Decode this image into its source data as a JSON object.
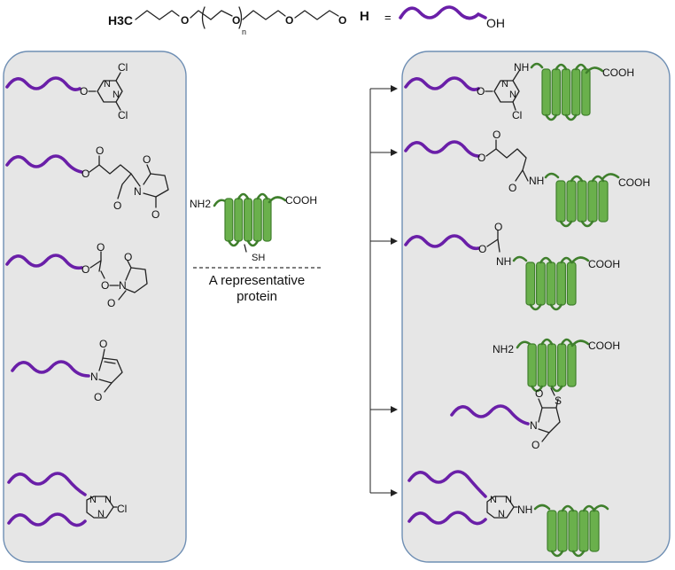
{
  "header": {
    "h3c": "H3C",
    "o_label": "O",
    "n_label": "n",
    "h_label": "H",
    "equals": "=",
    "oh": "OH"
  },
  "center": {
    "nh2": "NH2",
    "cooh": "COOH",
    "sh": "SH",
    "caption_line1": "A representative",
    "caption_line2": "protein"
  },
  "atoms": {
    "N": "N",
    "Cl": "Cl",
    "O": "O",
    "S": "S",
    "NH": "NH",
    "NH2": "NH2",
    "COOH": "COOH"
  },
  "colors": {
    "peg": "#6a1fa8",
    "protein": "#6ab04c",
    "panel_fill": "#e6e6e6",
    "panel_border": "#6f8fb4"
  }
}
